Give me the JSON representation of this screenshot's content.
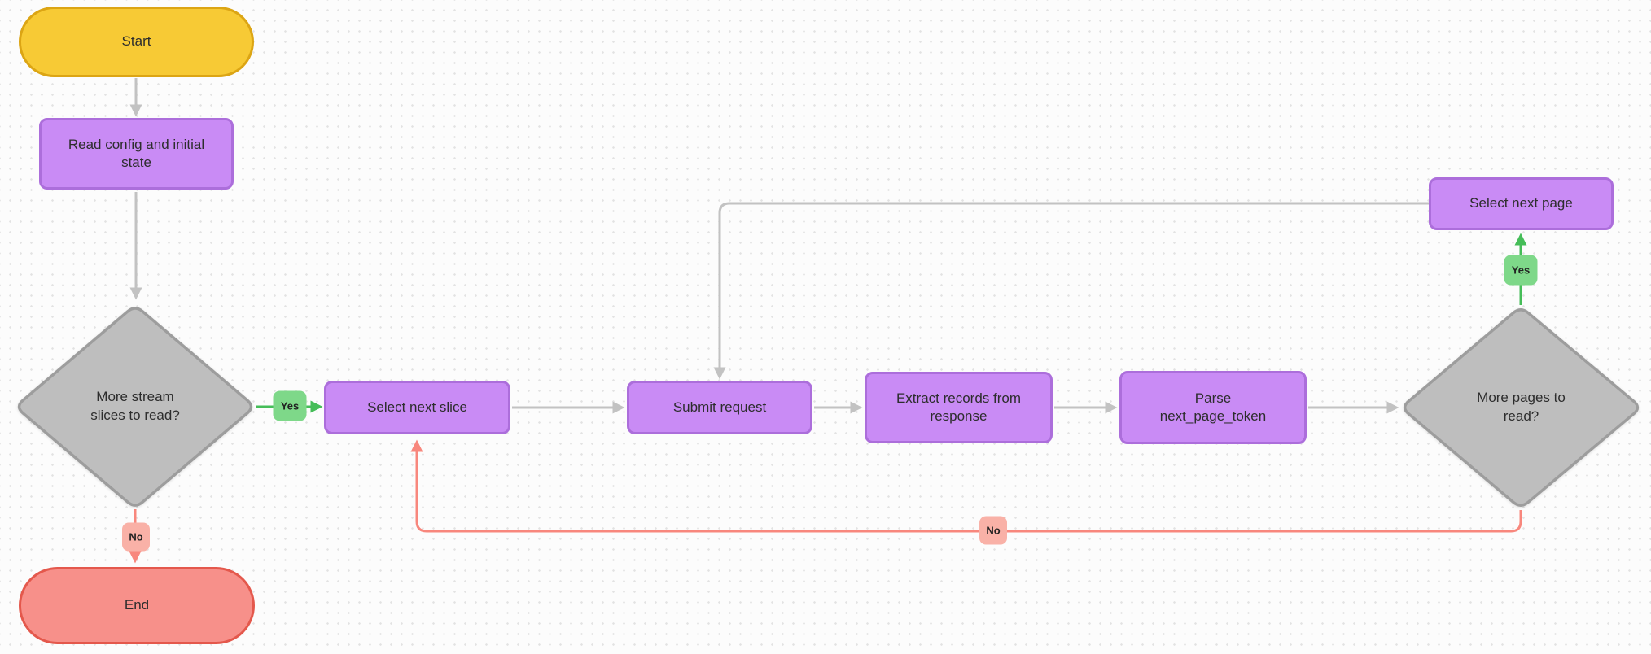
{
  "palette": {
    "canvas-bg": "#FCFCFC",
    "grid-dot": "#E2E2E2",
    "terminator-start-fill": "#F7CA35",
    "terminator-start-border": "#DCA514",
    "terminator-end-fill": "#F7908A",
    "terminator-end-border": "#E4584C",
    "process-fill": "#C98BF5",
    "process-border": "#AC6EDB",
    "decision-fill": "#BEBEBE",
    "decision-border": "#9D9D9D",
    "edge-gray": "#C2C2C2",
    "edge-green": "#45BD58",
    "edge-red": "#F8877D",
    "badge-yes-bg": "#7ED889",
    "badge-no-bg": "#F9B1A7",
    "text-color": "#2D2D2D"
  },
  "nodes": {
    "start": {
      "label": "Start",
      "type": "terminator"
    },
    "read_config": {
      "label": "Read config and initial state",
      "type": "process"
    },
    "more_slices": {
      "label": "More stream slices to read?",
      "type": "decision"
    },
    "select_slice": {
      "label": "Select next slice",
      "type": "process"
    },
    "submit_request": {
      "label": "Submit request",
      "type": "process"
    },
    "extract_records": {
      "label": "Extract records from response",
      "type": "process"
    },
    "parse_token": {
      "label": "Parse next_page_token",
      "type": "process"
    },
    "more_pages": {
      "label": "More pages to read?",
      "type": "decision"
    },
    "select_page": {
      "label": "Select next page",
      "type": "process"
    },
    "end": {
      "label": "End",
      "type": "terminator"
    }
  },
  "edge_labels": {
    "more_slices_yes": "Yes",
    "more_slices_no": "No",
    "more_pages_yes": "Yes",
    "more_pages_no": "No"
  },
  "edges": [
    {
      "from": "start",
      "to": "read_config",
      "label": ""
    },
    {
      "from": "read_config",
      "to": "more_slices",
      "label": ""
    },
    {
      "from": "more_slices",
      "to": "select_slice",
      "label": "Yes"
    },
    {
      "from": "more_slices",
      "to": "end",
      "label": "No"
    },
    {
      "from": "select_slice",
      "to": "submit_request",
      "label": ""
    },
    {
      "from": "submit_request",
      "to": "extract_records",
      "label": ""
    },
    {
      "from": "extract_records",
      "to": "parse_token",
      "label": ""
    },
    {
      "from": "parse_token",
      "to": "more_pages",
      "label": ""
    },
    {
      "from": "more_pages",
      "to": "select_page",
      "label": "Yes"
    },
    {
      "from": "select_page",
      "to": "submit_request",
      "label": ""
    },
    {
      "from": "more_pages",
      "to": "select_slice",
      "label": "No"
    }
  ]
}
